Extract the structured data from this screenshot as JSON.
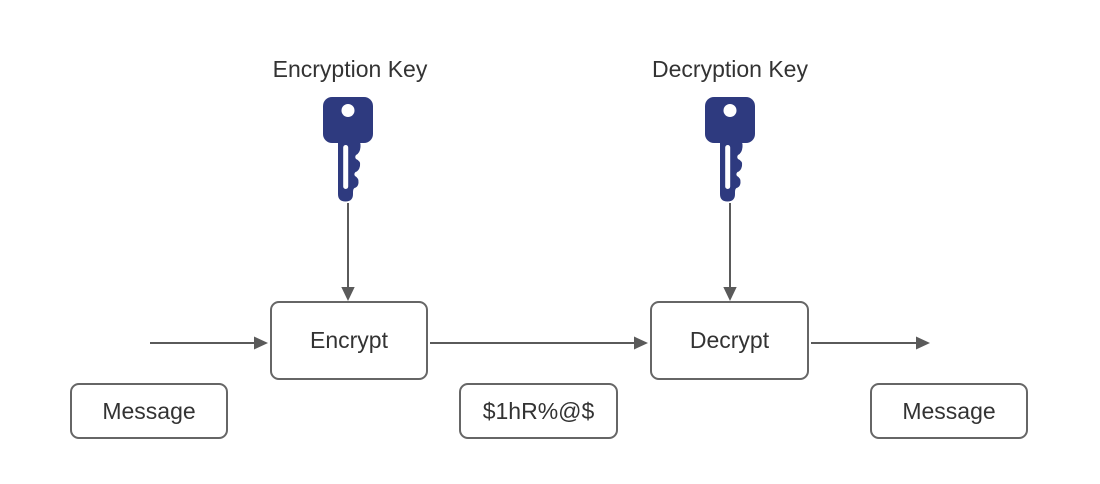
{
  "colors": {
    "background": "#ffffff",
    "key_fill": "#2e3a7f",
    "box_border": "#666666",
    "connector": "#5a5a5a",
    "text": "#333333"
  },
  "labels": {
    "encryption_key": "Encryption Key",
    "decryption_key": "Decryption Key"
  },
  "boxes": {
    "encrypt": "Encrypt",
    "decrypt": "Decrypt",
    "message_input": "Message",
    "ciphertext": "$1hR%@$",
    "message_output": "Message"
  },
  "icons": {
    "encryption_key_icon": "key-icon",
    "decryption_key_icon": "key-icon"
  }
}
